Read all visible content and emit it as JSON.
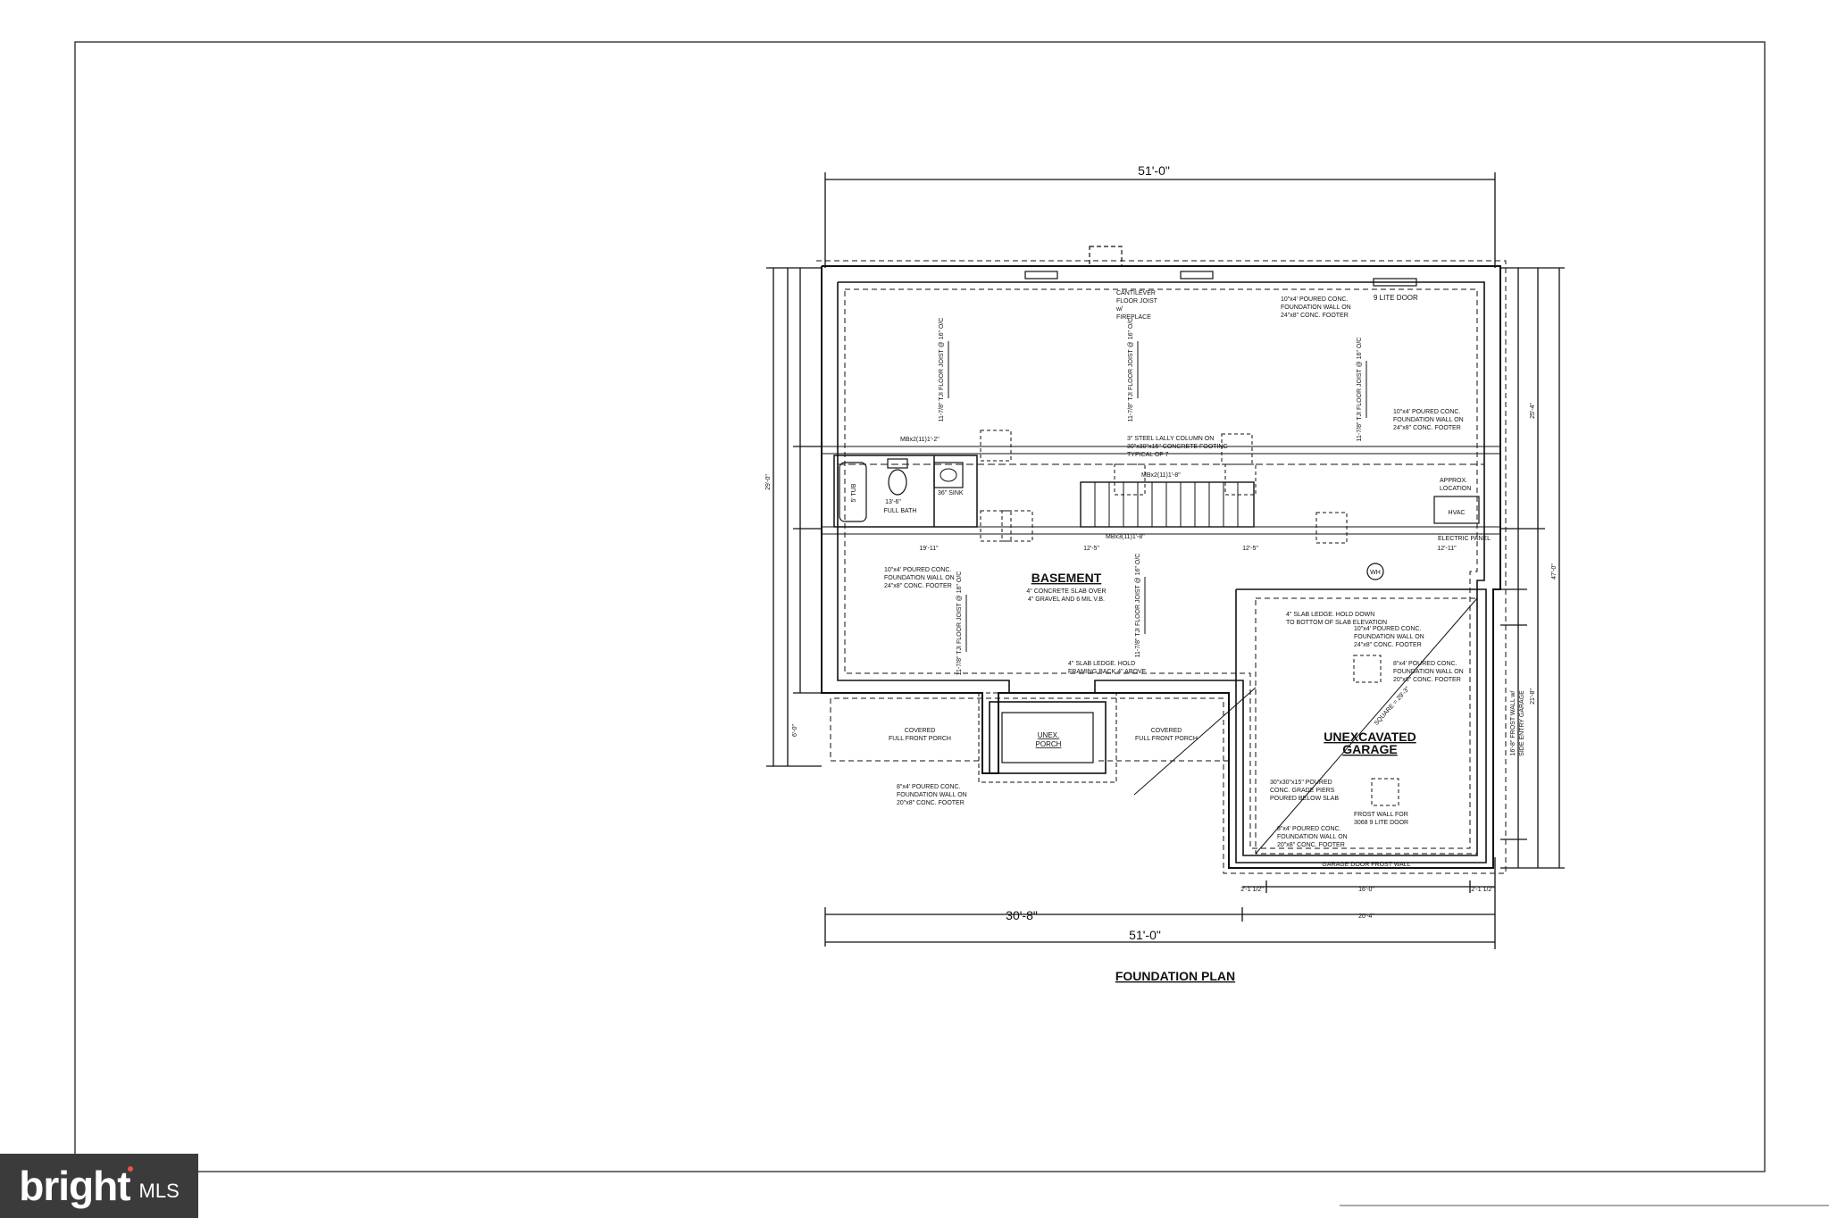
{
  "plan": {
    "title": "FOUNDATION PLAN",
    "dimensions": {
      "top_width": "51'-0\"",
      "bottom_partial": "30'-8\"",
      "bottom_width": "51'-0\"",
      "garage_width": "20'-4\"",
      "garage_door": "16'-0\"",
      "garage_left_jamb": "2'-1 1/2\"",
      "garage_right_jamb": "2'-1 1/2\"",
      "left_overall": "29'-0\"",
      "right_overall": "47'-0\"",
      "right_upper": "25'-4\"",
      "right_lower": "21'-8\"",
      "left_front_porch": "6'-0\"",
      "run_a": "19'-11\"",
      "run_b": "12'-5\"",
      "run_c": "12'-5\"",
      "run_d": "12'-11\"",
      "bath_run": "13'-6\""
    },
    "rooms": {
      "basement": "BASEMENT",
      "garage_line1": "UNEXCAVATED",
      "garage_line2": "GARAGE",
      "porch_line1": "UNEX.",
      "porch_line2": "PORCH",
      "full_bath": "FULL BATH",
      "hvac": "HVAC",
      "covered_porch_left_1": "COVERED",
      "covered_porch_left_2": "FULL FRONT PORCH",
      "covered_porch_right_1": "COVERED",
      "covered_porch_right_2": "FULL FRONT PORCH"
    },
    "notes": {
      "cantilever_1": "CANTILEVER",
      "cantilever_2": "FLOOR JOIST",
      "cantilever_3": "w/",
      "cantilever_4": "FIREPLACE",
      "wall_top_1": "10\"x4' POURED CONC.",
      "wall_top_2": "FOUNDATION WALL ON",
      "wall_top_3": "24\"x8\" CONC. FOOTER",
      "nine_lite": "9 LITE DOOR",
      "wall_right_1": "10\"x4' POURED CONC.",
      "wall_right_2": "FOUNDATION WALL ON",
      "wall_right_3": "24\"x8\" CONC. FOOTER",
      "lally_1": "3\" STEEL LALLY COLUMN ON",
      "lally_2": "30\"x30\"x15\" CONCRETE FOOTING",
      "lally_3": "TYPICAL OF 7",
      "header_bath": "MBx2(11)1'-2\"",
      "header_stair": "MBx2(11)1'-8\"",
      "header_mid": "MBx3(11)1'-8\"",
      "approx_1": "APPROX.",
      "approx_2": "LOCATION",
      "electric": "ELECTRIC PANEL",
      "wall_left_1": "10\"x4' POURED CONC.",
      "wall_left_2": "FOUNDATION WALL ON",
      "wall_left_3": "24\"x8\" CONC. FOOTER",
      "slab_1": "4\" CONCRETE SLAB OVER",
      "slab_2": "4\" GRAVEL AND 6 MIL V.B.",
      "ledge_top_1": "4\" SLAB LEDGE. HOLD DOWN",
      "ledge_top_2": "TO BOTTOM OF SLAB ELEVATION",
      "wall_garage_1": "10\"x4' POURED CONC.",
      "wall_garage_2": "FOUNDATION WALL ON",
      "wall_garage_3": "24\"x8\" CONC. FOOTER",
      "garage_right_1": "8\"x4' POURED CONC.",
      "garage_right_2": "FOUNDATION WALL ON",
      "garage_right_3": "20\"x8\" CONC. FOOTER",
      "ledge_porch_1": "4\" SLAB LEDGE. HOLD",
      "ledge_porch_2": "FRAMING BACK 4\" ABOVE",
      "porch_wall_1": "8\"x4' POURED CONC.",
      "porch_wall_2": "FOUNDATION WALL ON",
      "porch_wall_3": "20\"x8\" CONC. FOOTER",
      "piers_1": "30\"x30\"x15\" POURED",
      "piers_2": "CONC. GRADE PIERS",
      "piers_3": "POURED BELOW SLAB",
      "frost_1": "FROST WALL FOR",
      "frost_2": "3068 9 LITE DOOR",
      "garage_wall_1": "8\"x4' POURED CONC.",
      "garage_wall_2": "FOUNDATION WALL ON",
      "garage_wall_3": "20\"x8\" CONC. FOOTER",
      "garage_door_frost": "GARAGE DOOR FROST WALL",
      "side_frost_1": "16'-8\" FROST WALL w/",
      "side_frost_2": "SIDE ENTRY GARAGE",
      "joist_label": "11-7/8\" TJI FLOOR JOIST @ 16\" O/C",
      "tub": "5' TUB",
      "vanity": "36\" SINK",
      "square": "SQUARE = 29'-3\"",
      "wh": "WH"
    }
  },
  "watermark": {
    "brand": "bright",
    "suffix": "MLS"
  }
}
